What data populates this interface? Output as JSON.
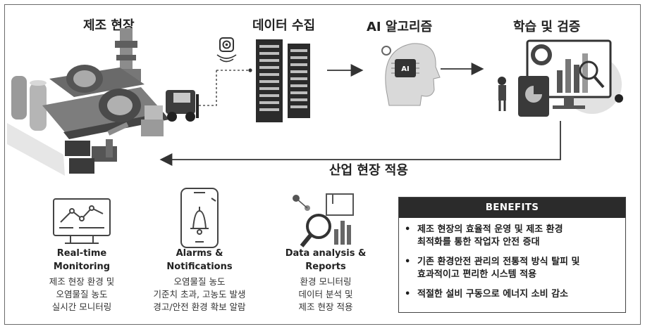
{
  "stages": {
    "manufacturing": "제조 현장",
    "data_collection": "데이터 수집",
    "ai_algorithm": "AI 알고리즘",
    "learning": "학습 및 검증"
  },
  "application": "산업 현장 적용",
  "ai_chip_label": "AI",
  "features": [
    {
      "title_lines": [
        "Real-time",
        "Monitoring"
      ],
      "desc_lines": [
        "제조 현장 환경 및",
        "오염물질 농도",
        "실시간 모니터링"
      ]
    },
    {
      "title_lines": [
        "Alarms &",
        "Notifications"
      ],
      "desc_lines": [
        "오염물질 농도",
        "기준치 초과, 고농도 발생",
        "경고/안전 환경 확보 알람"
      ]
    },
    {
      "title_lines": [
        "Data analysis &",
        "Reports"
      ],
      "desc_lines": [
        "환경 모니터링",
        "데이터 분석 및",
        "제조 현장 적용"
      ]
    }
  ],
  "benefits": {
    "heading": "BENEFITS",
    "bullet": "•",
    "items": [
      [
        "제조 현장의 효율적 운영 및 제조 환경",
        "최적화를 통한 작업자 안전 증대"
      ],
      [
        "기존 환경안전 관리의 전통적 방식 탈피 및",
        "효과적이고 편리한 시스템 적용"
      ],
      [
        "적절한 설비 구동으로 에너지 소비 감소"
      ]
    ]
  },
  "colors": {
    "ink": "#222222",
    "gray_dark": "#555555",
    "gray_mid": "#8a8a8a",
    "gray_light": "#c4c4c4",
    "header_bg": "#2b2b2b"
  }
}
